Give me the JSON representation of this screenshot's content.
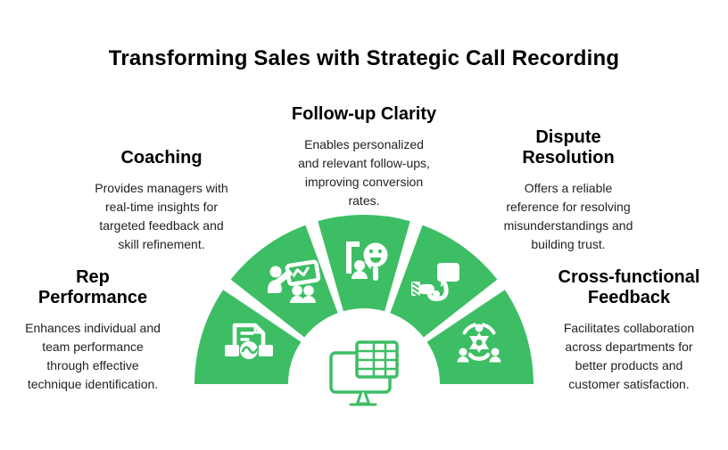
{
  "title": "Transforming Sales with Strategic Call Recording",
  "colors": {
    "segment_green": "#3DBE64",
    "icon_white": "#FFFFFF",
    "heading_text": "#000000",
    "body_text": "#222222",
    "background": "#FFFFFF"
  },
  "center": {
    "icon": "monitor-spreadsheet-icon"
  },
  "items": [
    {
      "id": "rep-performance",
      "heading": "Rep\nPerformance",
      "description": "Enhances individual and\nteam performance\nthrough effective\ntechnique identification.",
      "icon": "document-handshake-icon"
    },
    {
      "id": "coaching",
      "heading": "Coaching",
      "description": "Provides managers with\nreal-time insights for\ntargeted feedback and\nskill refinement.",
      "icon": "presentation-training-icon"
    },
    {
      "id": "follow-up-clarity",
      "heading": "Follow-up Clarity",
      "description": "Enables personalized\nand relevant follow-ups,\nimproving conversion\nrates.",
      "icon": "person-speech-smiley-icon"
    },
    {
      "id": "dispute-resolution",
      "heading": "Dispute\nResolution",
      "description": "Offers a reliable\nreference for resolving\nmisunderstandings and\nbuilding trust.",
      "icon": "speech-bubble-handshake-icon"
    },
    {
      "id": "cross-functional-feedback",
      "heading": "Cross-functional\nFeedback",
      "description": "Facilitates collaboration\nacross departments for\nbetter products and\ncustomer satisfaction.",
      "icon": "team-collaboration-gear-icon"
    }
  ]
}
